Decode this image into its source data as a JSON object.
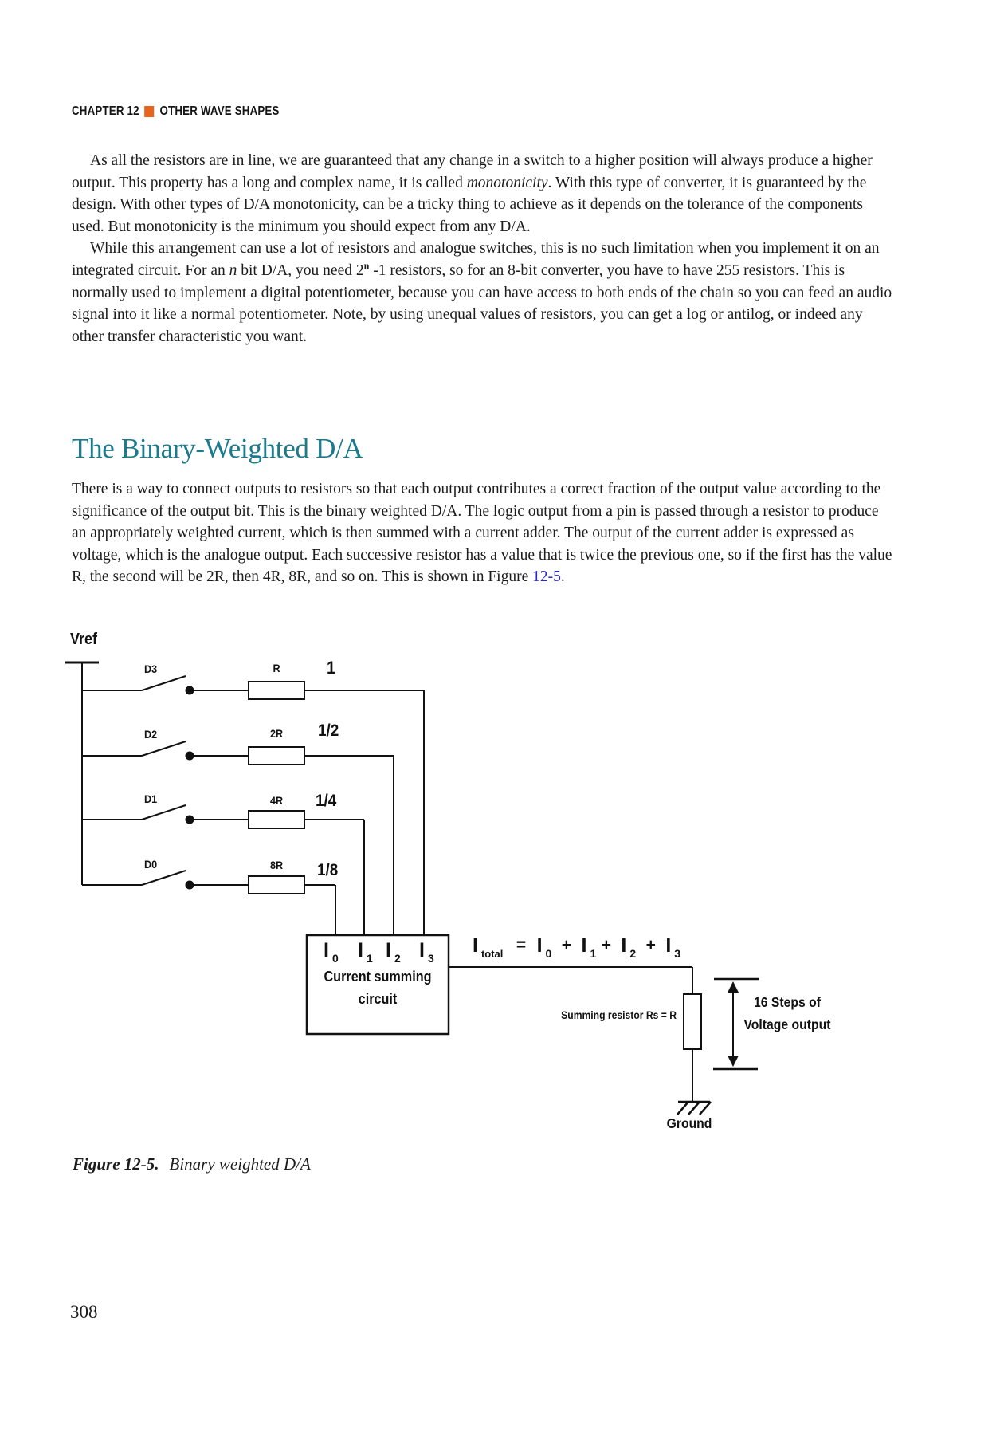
{
  "header": {
    "chapter": "CHAPTER 12",
    "book_section": "OTHER WAVE SHAPES"
  },
  "content": {
    "p1": {
      "pre": "As all the resistors are in line, we are guaranteed that any change in a switch to a higher position will always produce a higher output. This property has a long and complex name, it is called ",
      "italic": "monotonicity",
      "post": ". With this type of converter, it is guaranteed by the design. With other types of D/A monotonicity, can be a tricky thing to achieve as it depends on the tolerance of the components used. But monotonicity is the minimum you should expect from any D/A."
    },
    "p2": {
      "pre": "While this arrangement can use a lot of resistors and analogue switches, this is no such limitation when you implement it on an integrated circuit. For an ",
      "italic_n": "n",
      "mid": " bit D/A, you need 2",
      "sup": "n",
      "post": " -1 resistors, so for an 8-bit converter, you have to have 255 resistors. This is normally used to implement a digital potentiometer, because you can have access to both ends of the chain so you can feed an audio signal into it like a normal potentiometer. Note, by using unequal values of resistors, you can get a log or antilog, or indeed any other transfer characteristic you want."
    },
    "heading": "The Binary-Weighted D/A",
    "p3": {
      "pre": "There is a way to connect outputs to resistors so that each output contributes a correct fraction of the output value according to the significance of the output bit. This is the binary weighted D/A. The logic output from a pin is passed through a resistor to produce an appropriately weighted current, which is then summed with a current adder. The output of the current adder is expressed as voltage, which is the analogue output. Each successive resistor has a value that is twice the previous one, so if the first has the value R, the second will be 2R, then 4R, 8R, and so on. This is shown in Figure ",
      "link": "12-5",
      "post": "."
    }
  },
  "diagram": {
    "vref_label": "Vref",
    "branches": [
      {
        "switch": "D3",
        "resistor": "R",
        "weight": "1"
      },
      {
        "switch": "D2",
        "resistor": "2R",
        "weight": "1/2"
      },
      {
        "switch": "D1",
        "resistor": "4R",
        "weight": "1/4"
      },
      {
        "switch": "D0",
        "resistor": "8R",
        "weight": "1/8"
      }
    ],
    "current_symbol": "I",
    "current_subs": [
      "0",
      "1",
      "2",
      "3"
    ],
    "box_line1": "Current summing",
    "box_line2": "circuit",
    "eq": {
      "i": "I",
      "total_sub": "total",
      "equals": "=",
      "plus": "+"
    },
    "summing_resistor_label": "Summing resistor Rs = R",
    "steps_line1": "16 Steps of",
    "steps_line2": "Voltage output",
    "ground_label": "Ground"
  },
  "caption": {
    "label": "Figure 12-5.",
    "text": "Binary weighted D/A"
  },
  "footer": {
    "page_number": "308"
  },
  "colors": {
    "accent_orange": "#e8641c",
    "heading_teal": "#1a7b8d",
    "link_blue": "#2626cc",
    "ink": "#1c1c1c"
  }
}
